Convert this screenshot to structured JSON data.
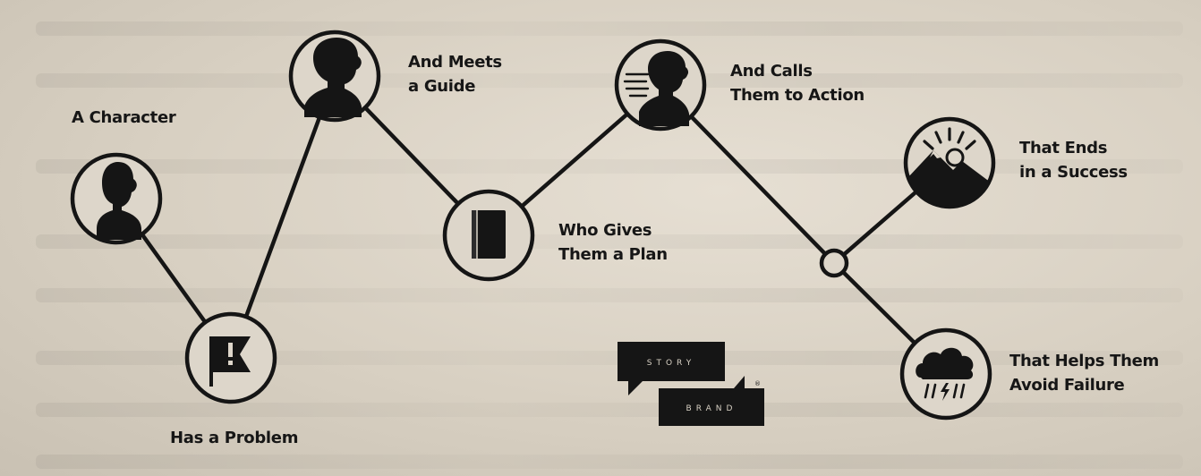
{
  "diagram": {
    "labels": {
      "character": "A Character",
      "problem": "Has a Problem",
      "guide_line1": "And Meets",
      "guide_line2": "a Guide",
      "plan_line1": "Who Gives",
      "plan_line2": "Them a Plan",
      "action_line1": "And Calls",
      "action_line2": "Them to Action",
      "success_line1": "That Ends",
      "success_line2": "in a Success",
      "failure_line1": "That Helps Them",
      "failure_line2": "Avoid Failure"
    },
    "icons": {
      "character": "person-silhouette-icon",
      "problem": "exclamation-flag-icon",
      "guide": "person-silhouette-icon",
      "plan": "book-icon",
      "action": "person-speed-lines-icon",
      "success": "sun-mountain-icon",
      "failure": "storm-cloud-icon"
    },
    "logo": {
      "top": "STORY",
      "bottom": "BRAND",
      "mark": "®"
    }
  }
}
